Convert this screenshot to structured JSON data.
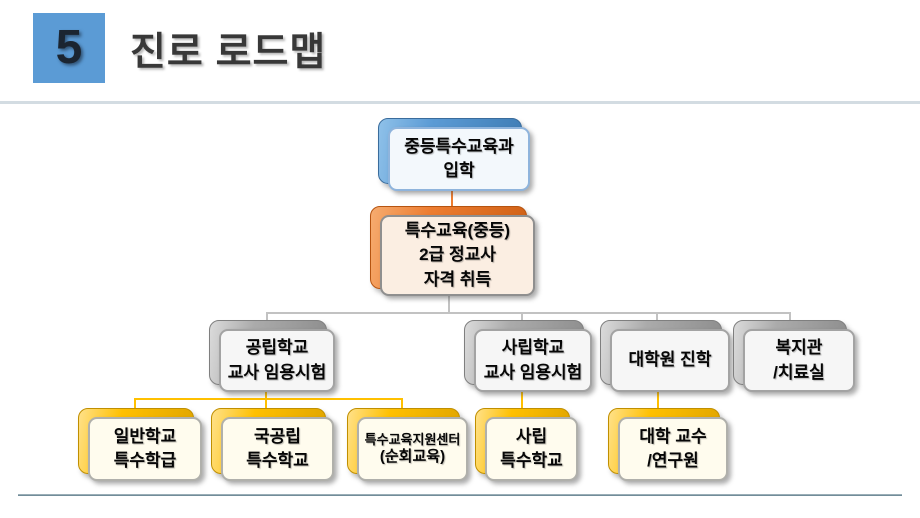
{
  "slide": {
    "header": {
      "index_number": "5",
      "title": "진로 로드맵"
    },
    "colors": {
      "header_square": "#5B9BD5",
      "header_divider": "#D3DCE2",
      "footer_divider": "#5E7C8A",
      "blue_node_back": "#5B9BD5",
      "orange_node_back": "#ED7D31",
      "gray_node_back": "#ABABAB",
      "yellow_node_back": "#FFC000",
      "connector_orange": "#ED7D31",
      "connector_gray": "#C2C2C2",
      "connector_yellow": "#FFC000",
      "node_text": "#060606"
    },
    "nodes": [
      {
        "id": "admission",
        "theme": "blue",
        "lines": [
          "중등특수교육과",
          "입학"
        ]
      },
      {
        "id": "teacher-certificate",
        "theme": "orange",
        "lines": [
          "특수교육(중등)",
          "2급 정교사",
          "자격 취득"
        ]
      },
      {
        "id": "public-school-exam",
        "theme": "gray",
        "lines": [
          "공립학교",
          "교사 임용시험"
        ]
      },
      {
        "id": "private-school-exam",
        "theme": "gray",
        "lines": [
          "사립학교",
          "교사 임용시험"
        ]
      },
      {
        "id": "graduate-school",
        "theme": "gray",
        "lines": [
          "대학원 진학"
        ]
      },
      {
        "id": "welfare-center-therapy-room",
        "theme": "gray",
        "lines": [
          "복지관",
          "/치료실"
        ]
      },
      {
        "id": "general-school-special-class",
        "theme": "yellow",
        "lines": [
          "일반학교",
          "특수학급"
        ]
      },
      {
        "id": "national-public-special-school",
        "theme": "yellow",
        "lines": [
          "국공립",
          "특수학교"
        ]
      },
      {
        "id": "special-ed-support-center-itinerant",
        "theme": "yellow",
        "lines": [
          "특수교육지원센터",
          "(순회교육)"
        ]
      },
      {
        "id": "private-special-school",
        "theme": "yellow",
        "lines": [
          "사립",
          "특수학교"
        ]
      },
      {
        "id": "university-professor-researcher",
        "theme": "yellow",
        "lines": [
          "대학 교수",
          "/연구원"
        ]
      }
    ],
    "edges": [
      {
        "from": "admission",
        "to": "teacher-certificate"
      },
      {
        "from": "teacher-certificate",
        "to": "public-school-exam"
      },
      {
        "from": "teacher-certificate",
        "to": "private-school-exam"
      },
      {
        "from": "teacher-certificate",
        "to": "graduate-school"
      },
      {
        "from": "teacher-certificate",
        "to": "welfare-center-therapy-room"
      },
      {
        "from": "public-school-exam",
        "to": "general-school-special-class"
      },
      {
        "from": "public-school-exam",
        "to": "national-public-special-school"
      },
      {
        "from": "public-school-exam",
        "to": "special-ed-support-center-itinerant"
      },
      {
        "from": "private-school-exam",
        "to": "private-special-school"
      },
      {
        "from": "graduate-school",
        "to": "university-professor-researcher"
      }
    ]
  }
}
